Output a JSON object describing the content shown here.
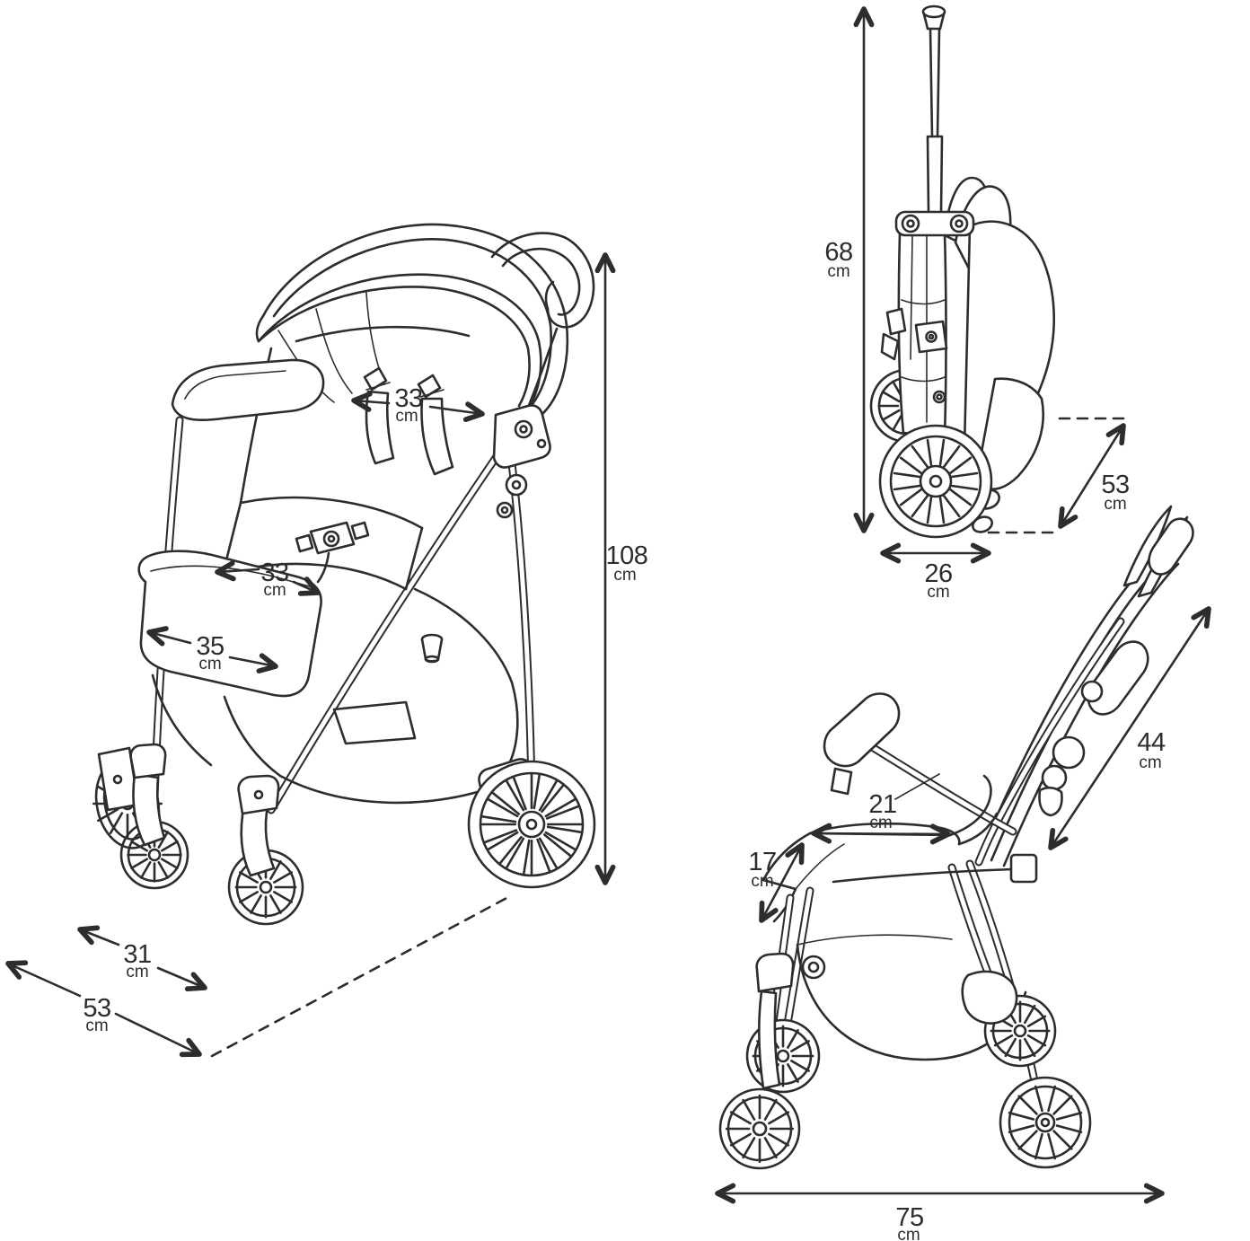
{
  "figure": {
    "type": "stroller-dimensions-technical-diagram",
    "background": "#ffffff",
    "line_color": "#2d2d2d"
  },
  "views": {
    "open": {
      "label": "open-stroller-isometric-view",
      "dims": {
        "harness_width": {
          "value": "33",
          "unit": "cm"
        },
        "seat_width": {
          "value": "33",
          "unit": "cm"
        },
        "footrest_width": {
          "value": "35",
          "unit": "cm"
        },
        "height": {
          "value": "108",
          "unit": "cm"
        },
        "front_track": {
          "value": "31",
          "unit": "cm"
        },
        "base_depth": {
          "value": "53",
          "unit": "cm"
        }
      }
    },
    "folded": {
      "label": "folded-stroller-view",
      "dims": {
        "folded_height": {
          "value": "68",
          "unit": "cm"
        },
        "folded_depth": {
          "value": "53",
          "unit": "cm"
        },
        "folded_width": {
          "value": "26",
          "unit": "cm"
        }
      }
    },
    "side": {
      "label": "stroller-side-view",
      "dims": {
        "backrest_length": {
          "value": "44",
          "unit": "cm"
        },
        "seat_depth": {
          "value": "21",
          "unit": "cm"
        },
        "footrest_depth": {
          "value": "17",
          "unit": "cm"
        },
        "total_length": {
          "value": "75",
          "unit": "cm"
        }
      }
    }
  }
}
